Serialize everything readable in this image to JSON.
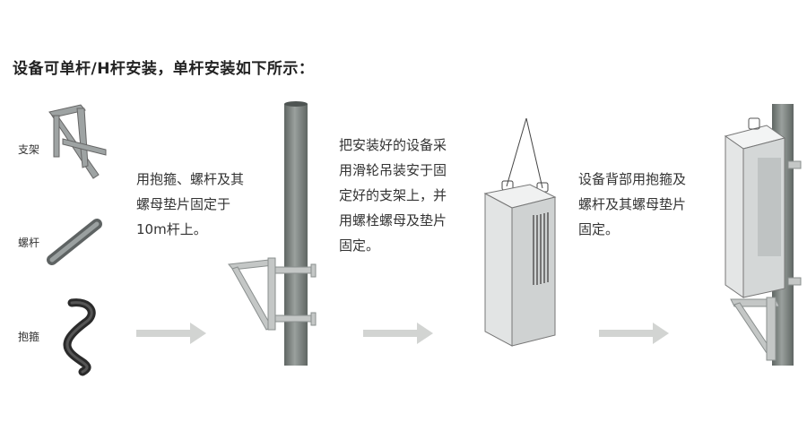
{
  "title": "设备可单杆/H杆安装，单杆安装如下所示：",
  "parts": [
    {
      "label": "支架",
      "icon": "bracket-icon"
    },
    {
      "label": "螺杆",
      "icon": "screw-rod-icon"
    },
    {
      "label": "抱箍",
      "icon": "hoop-clamp-icon"
    }
  ],
  "steps": [
    {
      "text": "用抱箍、螺杆及其\n螺母垫片固定于\n10m杆上。"
    },
    {
      "text": "把安装好的设备采\n用滑轮吊装安于固\n定好的支架上，并\n用螺栓螺母及垫片\n固定。"
    },
    {
      "text": "设备背部用抱箍及\n螺杆及其螺母垫片\n固定。"
    }
  ],
  "colors": {
    "pole": "#7d8480",
    "arrow": "#d2d4d2",
    "cabinet": "#e6e8e8"
  }
}
